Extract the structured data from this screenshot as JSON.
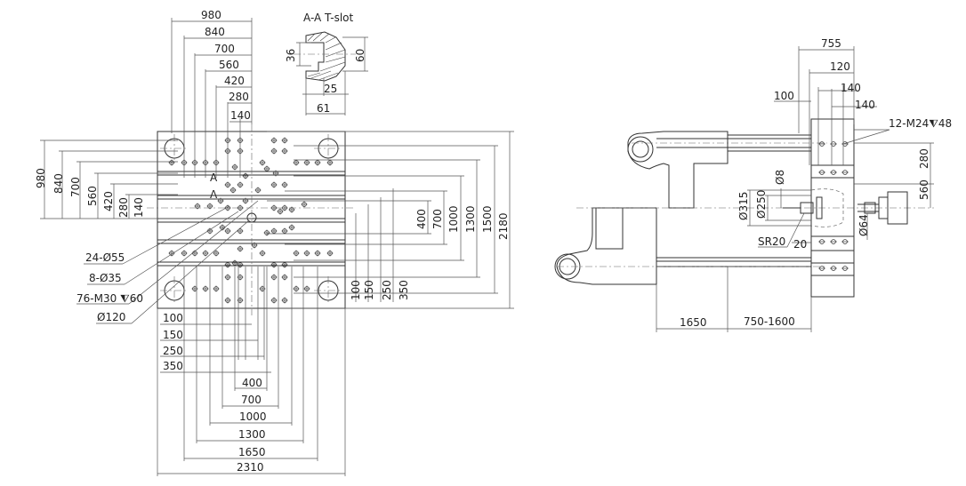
{
  "front_view": {
    "top_dims": [
      "980",
      "840",
      "700",
      "560",
      "420",
      "280",
      "140"
    ],
    "left_dims": [
      "980",
      "840",
      "700",
      "560",
      "420",
      "280",
      "140"
    ],
    "right_dims": [
      "400",
      "700",
      "1000",
      "1300",
      "1500",
      "2180"
    ],
    "right_small_dims": [
      "100",
      "150",
      "250",
      "350"
    ],
    "bottom_left_dims": [
      "100",
      "150",
      "250",
      "350"
    ],
    "bottom_dims": [
      "400",
      "700",
      "1000",
      "1300",
      "1650",
      "2310"
    ],
    "section_marks": [
      "A",
      "A"
    ],
    "callouts": [
      "24-Ø55",
      "8-Ø35",
      "76-M30 ⧨60",
      "Ø120"
    ]
  },
  "section": {
    "title": "A-A T-slot",
    "dims": [
      "36",
      "60",
      "25",
      "61"
    ]
  },
  "side_view": {
    "top_dims": [
      "755",
      "120",
      "140",
      "140",
      "100"
    ],
    "thread_label": "12-M24⧨48",
    "right_dims": [
      "280",
      "560"
    ],
    "left_dims": [
      "Ø8",
      "Ø315",
      "Ø250"
    ],
    "sr_label": "SR20",
    "small_dim": "20",
    "ejector_dim": "Ø64",
    "bottom_dims": [
      "1650",
      "750-1600"
    ]
  }
}
